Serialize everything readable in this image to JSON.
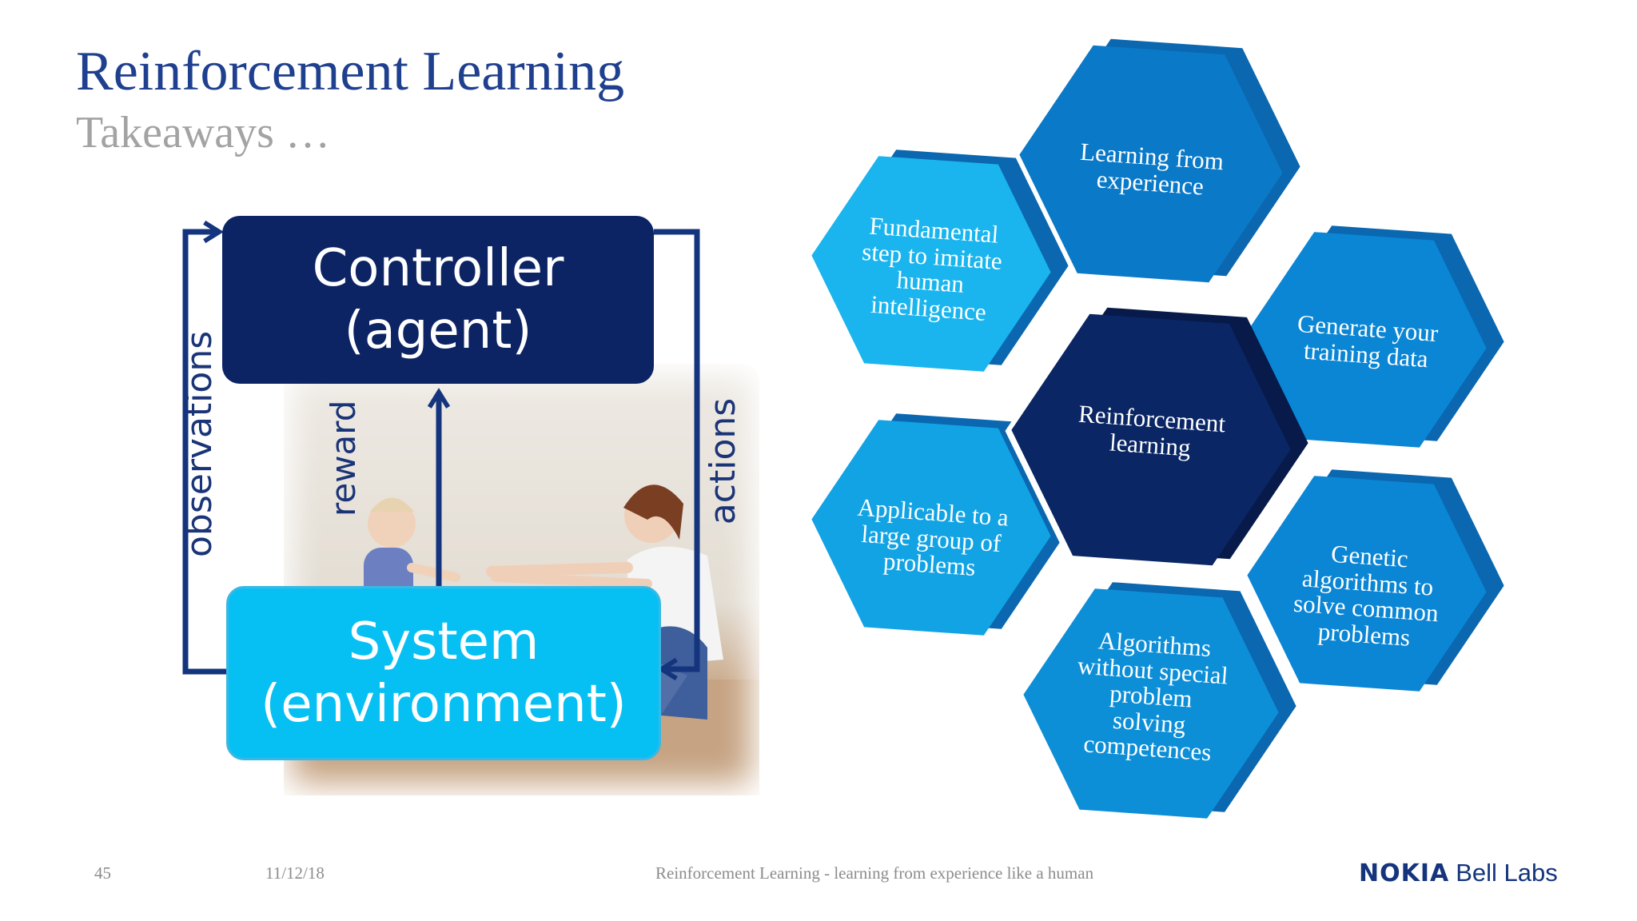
{
  "slide": {
    "title": "Reinforcement Learning",
    "subtitle": "Takeaways …"
  },
  "diagram": {
    "controller_label": "Controller\n(agent)",
    "system_label": "System\n(environment)",
    "observations_label": "observations",
    "reward_label": "reward",
    "actions_label": "actions",
    "colors": {
      "controller": "#0c2364",
      "system": "#07c0f3",
      "arrows": "#14357d"
    }
  },
  "hexagons": {
    "center": "Reinforcement\nlearning",
    "items": [
      "Learning from\nexperience",
      "Generate your\ntraining data",
      "Genetic\nalgorithms to\nsolve common\nproblems",
      "Algorithms\nwithout special\nproblem\nsolving\ncompetences",
      "Applicable to a\nlarge group of\nproblems",
      "Fundamental\nstep to imitate\nhuman\nintelligence"
    ],
    "colors": {
      "center": "#0a2665",
      "mid": "#0a79c8",
      "light": "#1ab5ee"
    }
  },
  "footer": {
    "page_number": "45",
    "date": "11/12/18",
    "text": "Reinforcement Learning - learning from experience like a human",
    "brand_nokia": "NOKIA",
    "brand_bell": "Bell Labs"
  }
}
